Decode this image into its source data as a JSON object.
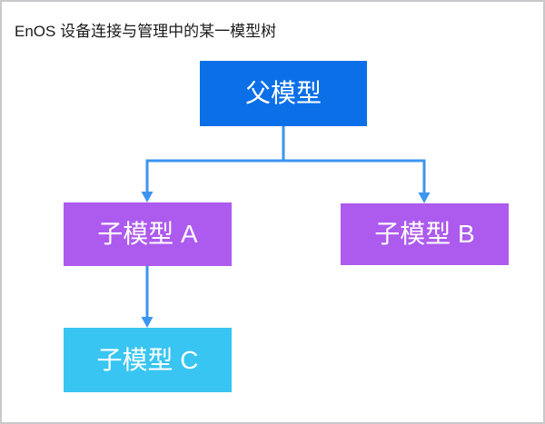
{
  "title": "EnOS 设备连接与管理中的某一模型树",
  "nodes": {
    "parent": {
      "label": "父模型",
      "color": "#0b6fe8"
    },
    "child_a": {
      "label": "子模型 A",
      "color": "#ad5aee"
    },
    "child_b": {
      "label": "子模型 B",
      "color": "#ad5aee"
    },
    "child_c": {
      "label": "子模型 C",
      "color": "#38c5f1"
    }
  },
  "colors": {
    "connector": "#3d95f0",
    "border": "#c9c9cb",
    "title_text": "#1b1b1b",
    "node_text": "#ffffff"
  }
}
